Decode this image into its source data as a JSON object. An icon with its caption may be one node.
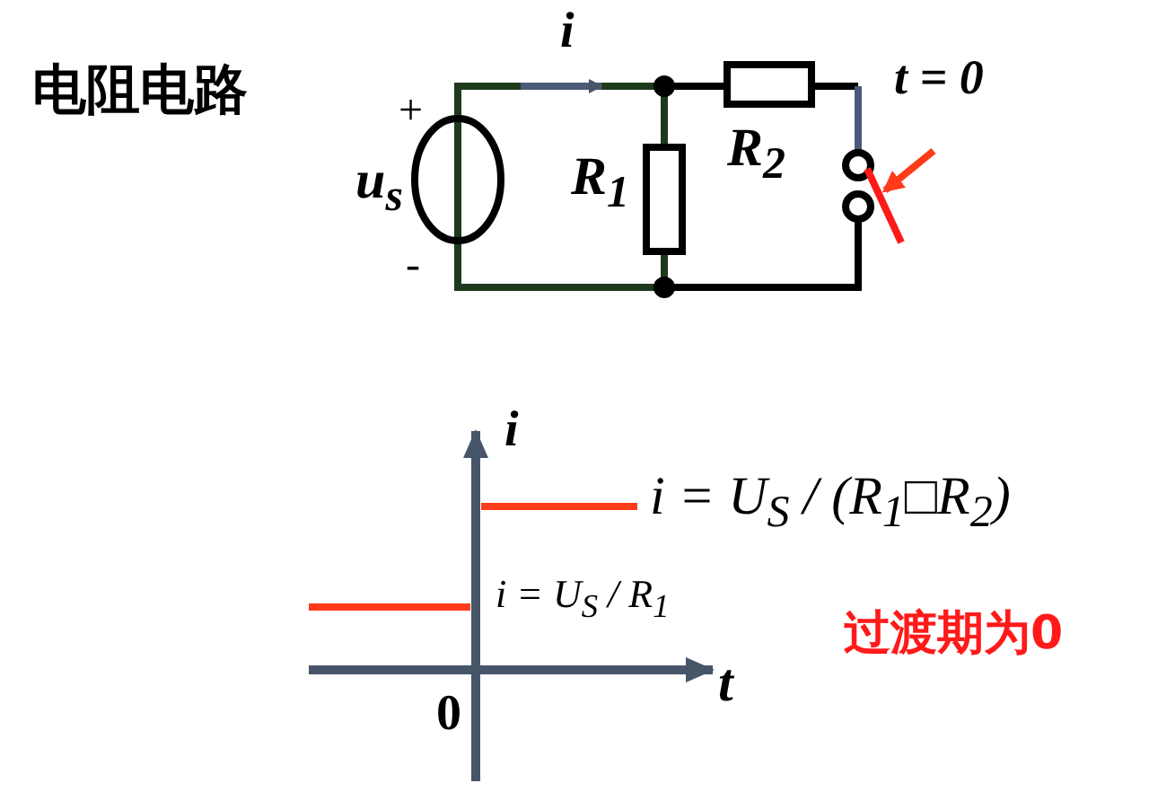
{
  "diagram": {
    "labels": [
      "电阻电路",
      "i",
      "+",
      "u$_{s}$",
      "-",
      "R$_{1}$",
      "R$_{2}$",
      "t = 0",
      "i",
      "i = U$_{S}$ / (R$_{1}$□R$_{2}$)",
      "i = U$_{S}$ / R$_{1}$",
      "t",
      "0",
      "过渡期为0"
    ]
  }
}
